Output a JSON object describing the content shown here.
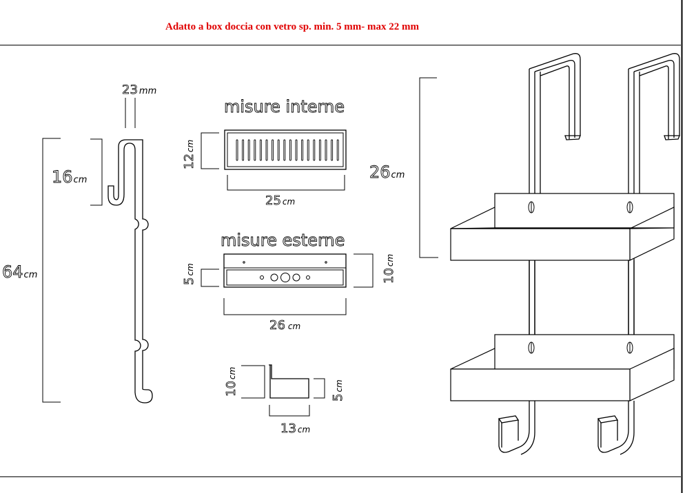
{
  "header": {
    "title": "Adatto a box doccia con vetro sp. min. 5 mm- max 22 mm"
  },
  "side_view": {
    "thickness": {
      "value": "23",
      "unit": "mm"
    },
    "hook_height": {
      "value": "16",
      "unit": "cm"
    },
    "total_height": {
      "value": "64",
      "unit": "cm"
    }
  },
  "inner_measures": {
    "heading": "misure interne",
    "depth": {
      "value": "12",
      "unit": "cm"
    },
    "width": {
      "value": "25",
      "unit": "cm"
    }
  },
  "outer_measures": {
    "heading": "misure esterne",
    "front_height": {
      "value": "5",
      "unit": "cm"
    },
    "back_height": {
      "value": "10",
      "unit": "cm"
    },
    "width": {
      "value": "26",
      "unit": "cm"
    }
  },
  "profile_view": {
    "back_height": {
      "value": "10",
      "unit": "cm"
    },
    "front_height": {
      "value": "5",
      "unit": "cm"
    },
    "depth": {
      "value": "13",
      "unit": "cm"
    }
  },
  "perspective_view": {
    "shelf_spacing": {
      "value": "26",
      "unit": "cm"
    }
  }
}
